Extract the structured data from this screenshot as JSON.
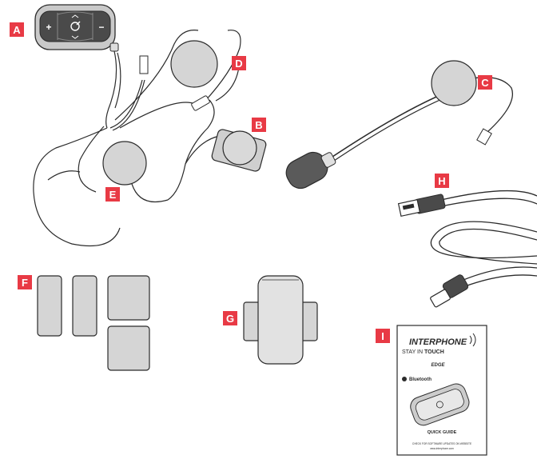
{
  "labels": {
    "a": "A",
    "b": "B",
    "c": "C",
    "d": "D",
    "e": "E",
    "f": "F",
    "g": "G",
    "h": "H",
    "i": "I"
  },
  "device_buttons": {
    "plus": "+",
    "minus": "−"
  },
  "quick_guide": {
    "brand": "INTERPHONE",
    "tagline_stay": "STAY IN",
    "tagline_touch": "TOUCH",
    "model": "EDGE",
    "bluetooth": "Bluetooth",
    "title": "QUICK GUIDE",
    "footer_line1": "CHECK FOR SOFTWARE UPDATES ON WEBSITE",
    "footer_line2": "www.interphone.com"
  },
  "colors": {
    "label_bg": "#e83a45",
    "label_text": "#ffffff",
    "pad_fill": "#d5d5d5",
    "outline": "#2b2b2b",
    "device_body": "#c9c9c9",
    "device_panel": "#4a4a4a"
  }
}
